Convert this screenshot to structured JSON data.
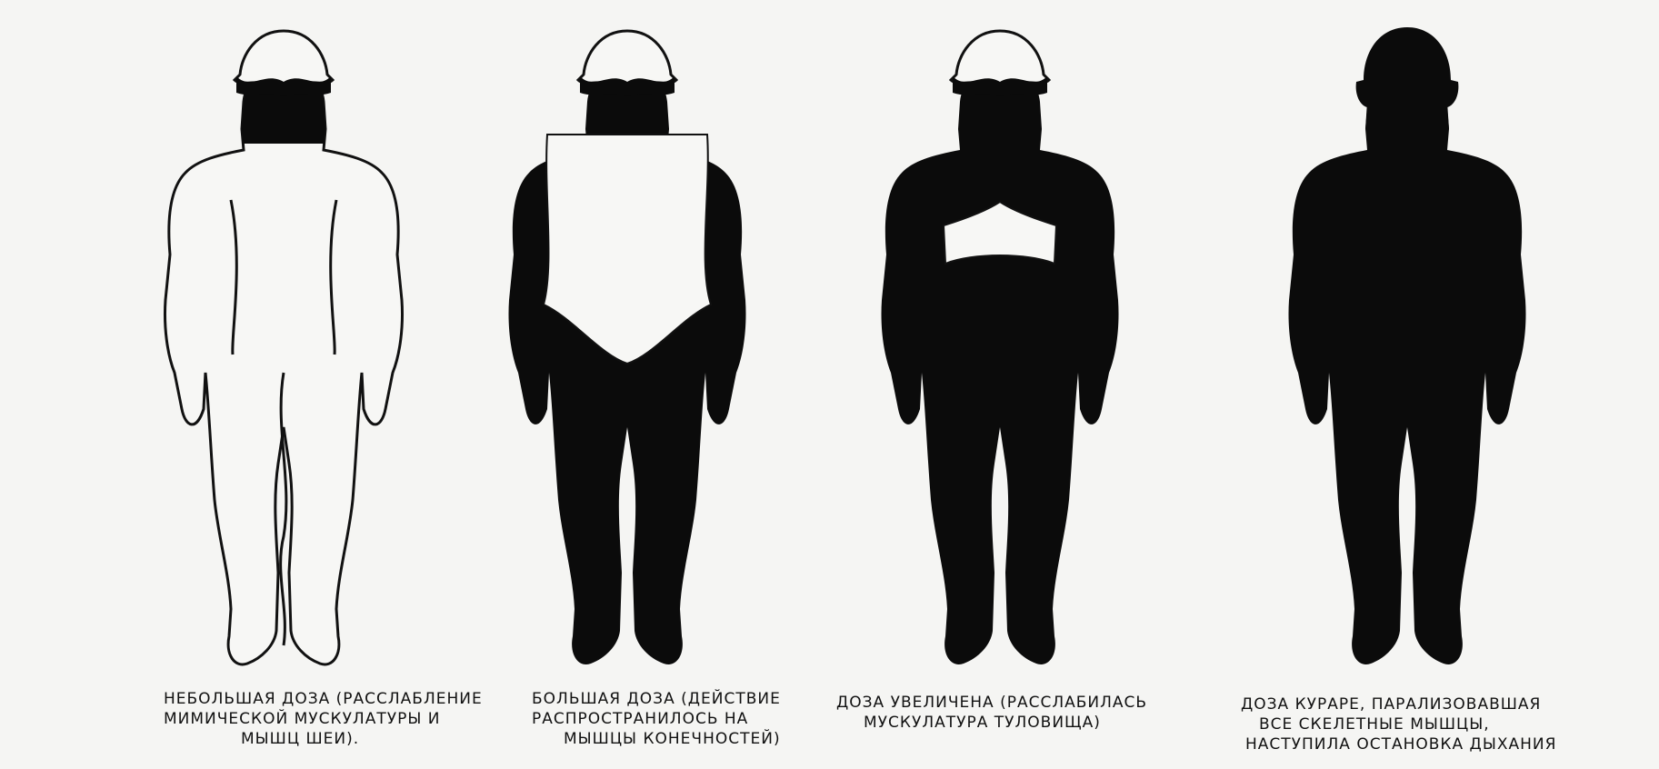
{
  "diagram": {
    "colors": {
      "background": "#f5f5f3",
      "ink": "#0b0b0b",
      "outline": "#111111"
    },
    "figures": [
      {
        "id": "fig1",
        "caption_lines": [
          "НЕБОЛЬШАЯ ДОЗА (РАССЛАБЛЕНИЕ",
          "МИМИЧЕСКОЙ МУСКУЛАТУРЫ И",
          "МЫШЦ ШЕИ)."
        ]
      },
      {
        "id": "fig2",
        "caption_lines": [
          "БОЛЬШАЯ ДОЗА (ДЕЙСТВИЕ",
          "РАСПРОСТРАНИЛОСЬ НА",
          "МЫШЦЫ КОНЕЧНОСТЕЙ)"
        ]
      },
      {
        "id": "fig3",
        "caption_lines": [
          "ДОЗА УВЕЛИЧЕНА (РАССЛАБИЛАСЬ",
          "МУСКУЛАТУРА ТУЛОВИЩА)"
        ]
      },
      {
        "id": "fig4",
        "caption_lines": [
          "ДОЗА КУРАРЕ, ПАРАЛИЗОВАВШАЯ",
          "ВСЕ СКЕЛЕТНЫЕ МЫШЦЫ,",
          "НАСТУПИЛА ОСТАНОВКА ДЫХАНИЯ"
        ]
      }
    ]
  }
}
